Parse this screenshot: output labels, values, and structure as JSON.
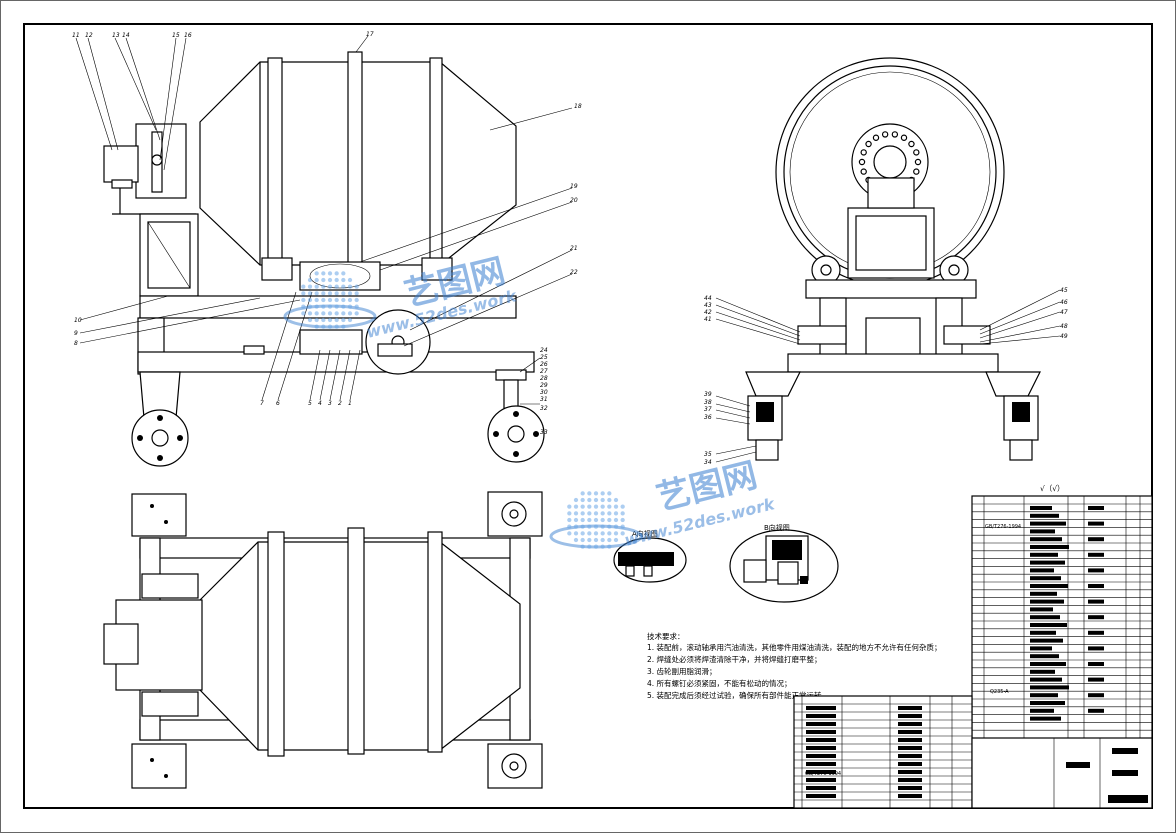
{
  "watermark": {
    "brand": "艺图网",
    "url": "www.52des.work"
  },
  "balloons": {
    "top_left": [
      "11",
      "12",
      "13",
      "14",
      "15",
      "16",
      "17"
    ],
    "drum": "18",
    "right_column": [
      "19",
      "20",
      "21",
      "22"
    ],
    "lower_right": [
      "24",
      "25",
      "26",
      "27",
      "28",
      "29",
      "30",
      "31",
      "32",
      "33"
    ],
    "left_side": [
      "10",
      "9",
      "8"
    ],
    "bottom_row": [
      "7",
      "6",
      "5",
      "4",
      "3",
      "2",
      "1"
    ],
    "side_left": [
      "44",
      "43",
      "42",
      "41",
      "39",
      "38",
      "37",
      "36",
      "35",
      "34"
    ],
    "side_right": [
      "45",
      "46",
      "47",
      "48",
      "49"
    ]
  },
  "views": {
    "view_a": "A向视图",
    "view_b": "B向视图"
  },
  "technical_requirements": {
    "title": "技术要求：",
    "items": [
      "1. 装配前，滚动轴承用汽油清洗，其他零件用煤油清洗，装配的地方不允许有任何杂质；",
      "2. 焊缝处必须将焊渣清除干净，并将焊缝打磨平整；",
      "3. 齿轮副用脂润滑；",
      "4. 所有螺钉必须紧固，不能有松动的情况；",
      "5. 装配完成后须经过试验，确保所有部件能正常运转。"
    ]
  },
  "roughness": "√（√）",
  "parts_list_codes": {
    "row_a": "GB/T276-1994",
    "row_b": "GB/T276-1994",
    "row_c": "Q235-A"
  }
}
